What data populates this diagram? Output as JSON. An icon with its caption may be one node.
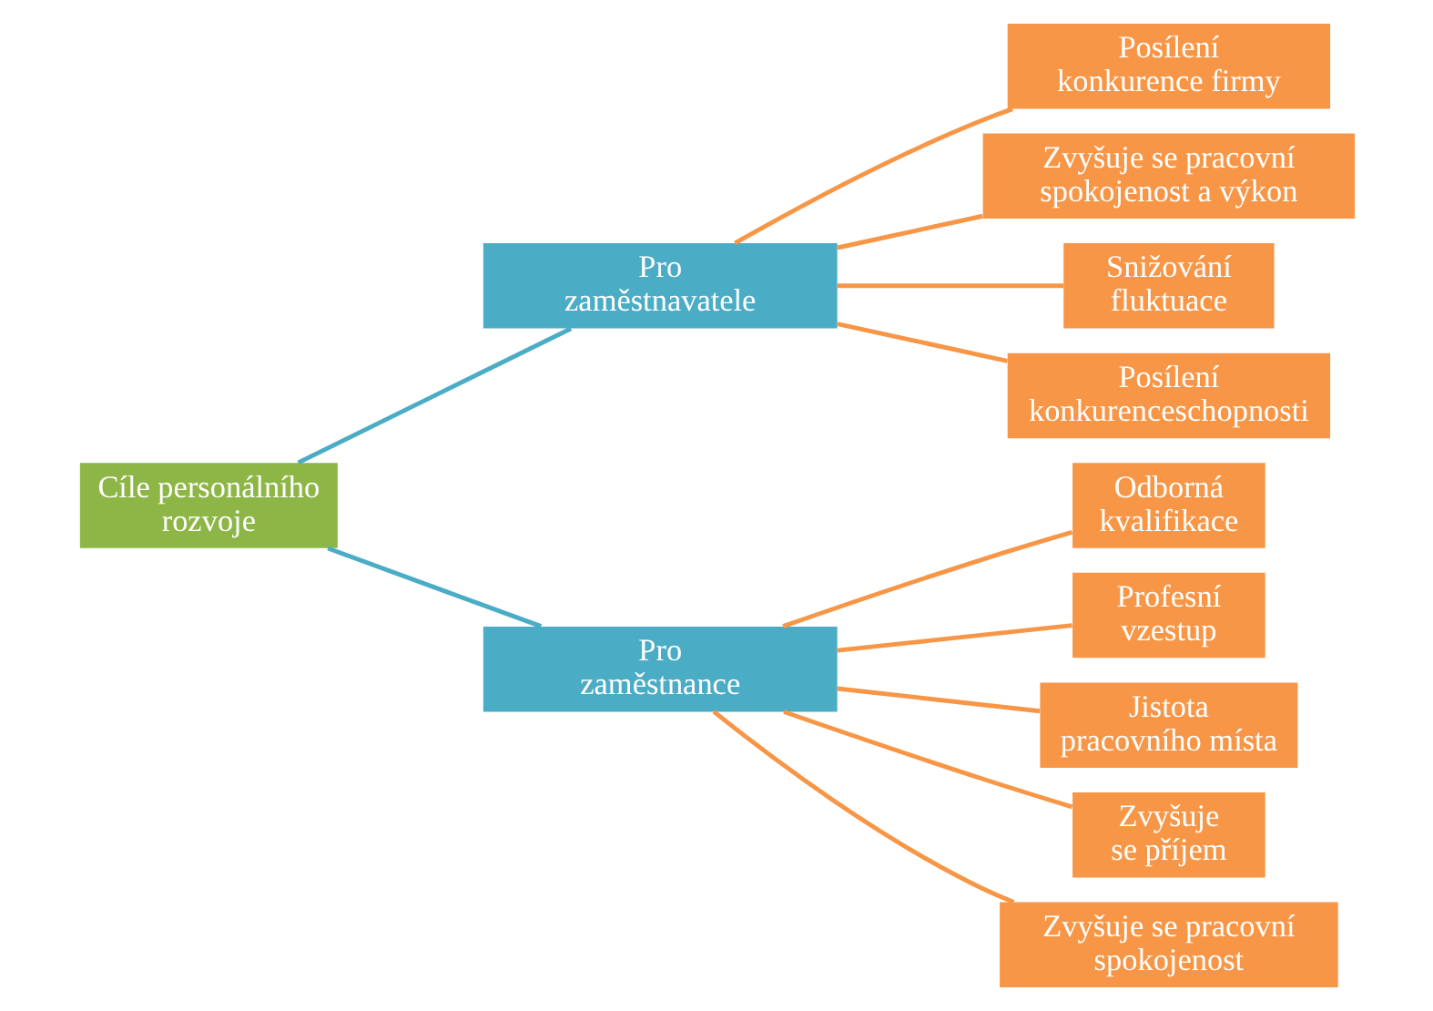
{
  "diagram": {
    "nodes": [
      {
        "text": [
          "Cíle personálního rozvoje"
        ]
      },
      {
        "text": [
          "Pro zaměstnavatele"
        ]
      },
      {
        "text": [
          "Pro zaměstnance"
        ]
      },
      {
        "text": [
          "Posílení konkurence firmy"
        ]
      },
      {
        "text": [
          "Zvyšuje se pracovní spokojenost a výkon"
        ]
      },
      {
        "text": [
          "Snižování fluktuace"
        ]
      },
      {
        "text": [
          "Posílení konkurenceschopnosti"
        ]
      },
      {
        "text": [
          "Odborná kvalifikace"
        ]
      },
      {
        "text": [
          "Profesní vzestup"
        ]
      },
      {
        "text": [
          "Jistota pracovního místa"
        ]
      },
      {
        "text": [
          "Zvyšuje se příjem"
        ]
      },
      {
        "text": [
          "Zvyšuje se pracovní spokojenost"
        ]
      }
    ],
    "edges": [
      {
        "from": 0,
        "to": 1,
        "arrow": "none",
        "color": "#4bacc6"
      },
      {
        "from": 0,
        "to": 2,
        "arrow": "none",
        "color": "#4bacc6"
      },
      {
        "from": 1,
        "to": 3,
        "arrow": "none"
      },
      {
        "from": 1,
        "to": 4,
        "arrow": "none"
      },
      {
        "from": 1,
        "to": 5,
        "arrow": "none"
      },
      {
        "from": 1,
        "to": 6,
        "arrow": "none"
      },
      {
        "from": 2,
        "to": 7,
        "arrow": "none"
      },
      {
        "from": 2,
        "to": 8,
        "arrow": "none"
      },
      {
        "from": 2,
        "to": 9,
        "arrow": "none"
      },
      {
        "from": 2,
        "to": 10,
        "arrow": "none"
      },
      {
        "from": 2,
        "to": 11,
        "arrow": "none"
      }
    ]
  }
}
